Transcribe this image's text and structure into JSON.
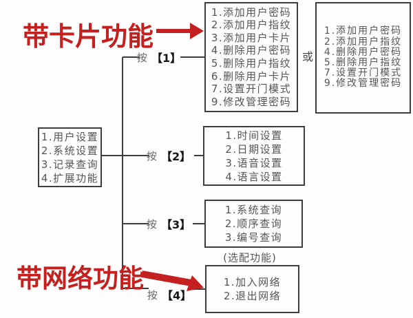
{
  "colors": {
    "accent_red": "#c4201f",
    "line_gray": "#3d3d3d",
    "text_gray": "#555555"
  },
  "annotations": {
    "card_feature": "带卡片功能",
    "network_feature": "带网络功能",
    "or": "或",
    "optional": "(选配功能)"
  },
  "press_labels": [
    {
      "prefix": "按",
      "key": "【1】"
    },
    {
      "prefix": "按",
      "key": "【2】"
    },
    {
      "prefix": "按",
      "key": "【3】"
    },
    {
      "prefix": "按",
      "key": "【4】"
    }
  ],
  "main_menu": {
    "items": [
      "1.用户设置",
      "2.系统设置",
      "3.记录查询",
      "4.扩展功能"
    ]
  },
  "user_menu_card": {
    "items": [
      "1.添加用户密码",
      "2.添加用户指纹",
      "3.添加用户卡片",
      "4.删除用户密码",
      "5.删除用户指纹",
      "6.删除用户卡片",
      "7.设置开门模式",
      "9.修改管理密码"
    ]
  },
  "user_menu_basic": {
    "items": [
      "1.添加用户密码",
      "2.添加用户指纹",
      "4.删除用户密码",
      "5.删除用户指纹",
      "7.设置开门模式",
      "9.修改管理密码"
    ]
  },
  "system_menu": {
    "items": [
      "1.时间设置",
      "2.日期设置",
      "3.语音设置",
      "4.语言设置"
    ]
  },
  "query_menu": {
    "items": [
      "1.系统查询",
      "2.顺序查询",
      "3.编号查询"
    ]
  },
  "network_menu": {
    "items": [
      "1.加入网络",
      "2.退出网络"
    ]
  }
}
